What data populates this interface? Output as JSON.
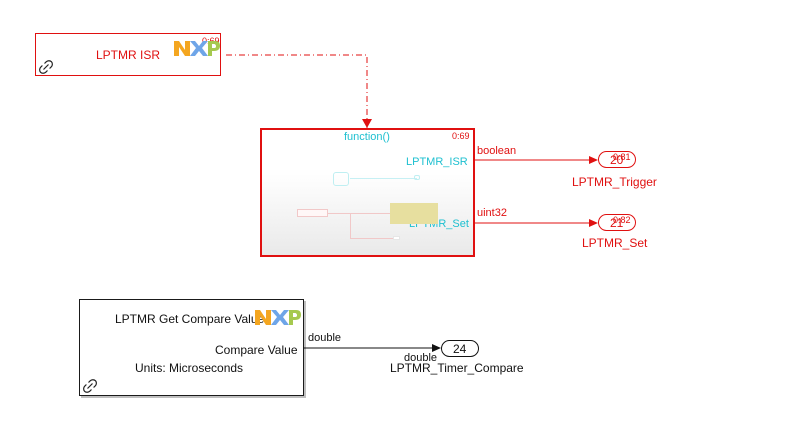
{
  "blocks": {
    "lptmr_isr": {
      "label": "LPTMR ISR",
      "priority": "0:69"
    },
    "function_subsystem": {
      "trigger_port": "function()",
      "priority": "0:69",
      "outputs": [
        "LPTMR_ISR",
        "LPTMR_Set"
      ]
    },
    "get_compare_value": {
      "title": "LPTMR Get Compare Value",
      "output": "Compare Value",
      "units": "Units: Microseconds"
    }
  },
  "ports": {
    "lptmr_trigger": {
      "number": "20",
      "priority": "0:81",
      "name": "LPTMR_Trigger"
    },
    "lptmr_set": {
      "number": "21",
      "priority": "0:82",
      "name": "LPTMR_Set"
    },
    "timer_compare": {
      "number": "24",
      "name": "LPTMR_Timer_Compare"
    }
  },
  "signals": {
    "boolean": "boolean",
    "uint32": "uint32",
    "double": "double"
  },
  "icons": {
    "logo": "nxp-logo",
    "link": "link-icon"
  },
  "colors": {
    "red": "#e01010",
    "cyan": "#1fc0d0",
    "black": "#111111",
    "nxp_orange": "#f4a620",
    "nxp_blue": "#6ea5e8",
    "nxp_green": "#a6c94f",
    "subsystem_yellow": "#e7df9f"
  }
}
